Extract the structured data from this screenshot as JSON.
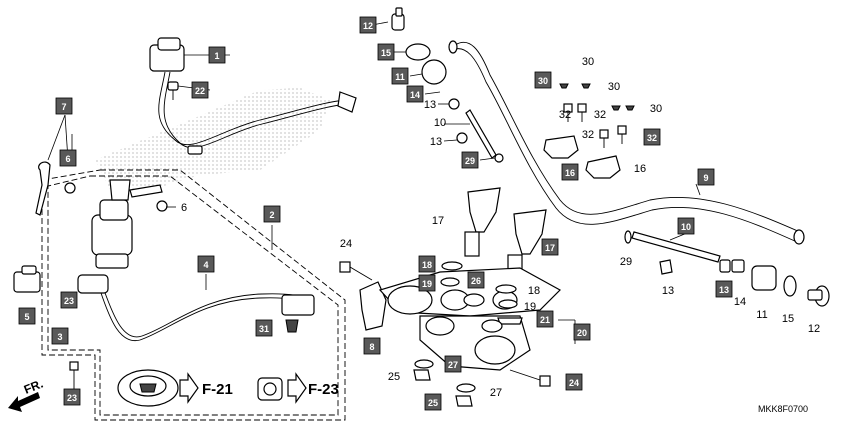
{
  "diagram_code": "MKK8F0700",
  "direction_label": "FR.",
  "references": [
    "F-21",
    "F-23"
  ],
  "callouts": [
    {
      "num": "1",
      "boxed": true
    },
    {
      "num": "22",
      "boxed": true
    },
    {
      "num": "7",
      "boxed": true
    },
    {
      "num": "6",
      "boxed": true
    },
    {
      "num": "6",
      "boxed": false
    },
    {
      "num": "2",
      "boxed": true
    },
    {
      "num": "4",
      "boxed": true
    },
    {
      "num": "5",
      "boxed": true
    },
    {
      "num": "23",
      "boxed": true
    },
    {
      "num": "3",
      "boxed": true
    },
    {
      "num": "31",
      "boxed": true
    },
    {
      "num": "23",
      "boxed": true
    },
    {
      "num": "12",
      "boxed": true
    },
    {
      "num": "15",
      "boxed": true
    },
    {
      "num": "11",
      "boxed": true
    },
    {
      "num": "14",
      "boxed": true
    },
    {
      "num": "13",
      "boxed": false
    },
    {
      "num": "10",
      "boxed": false
    },
    {
      "num": "13",
      "boxed": false
    },
    {
      "num": "29",
      "boxed": true
    },
    {
      "num": "30",
      "boxed": false
    },
    {
      "num": "30",
      "boxed": true
    },
    {
      "num": "30",
      "boxed": false
    },
    {
      "num": "32",
      "boxed": false
    },
    {
      "num": "32",
      "boxed": false
    },
    {
      "num": "30",
      "boxed": false
    },
    {
      "num": "32",
      "boxed": false
    },
    {
      "num": "32",
      "boxed": true
    },
    {
      "num": "16",
      "boxed": true
    },
    {
      "num": "16",
      "boxed": false
    },
    {
      "num": "9",
      "boxed": true
    },
    {
      "num": "17",
      "boxed": false
    },
    {
      "num": "17",
      "boxed": true
    },
    {
      "num": "24",
      "boxed": false
    },
    {
      "num": "18",
      "boxed": true
    },
    {
      "num": "19",
      "boxed": true
    },
    {
      "num": "26",
      "boxed": true
    },
    {
      "num": "18",
      "boxed": false
    },
    {
      "num": "19",
      "boxed": false
    },
    {
      "num": "21",
      "boxed": true
    },
    {
      "num": "20",
      "boxed": true
    },
    {
      "num": "8",
      "boxed": true
    },
    {
      "num": "25",
      "boxed": false
    },
    {
      "num": "27",
      "boxed": true
    },
    {
      "num": "27",
      "boxed": false
    },
    {
      "num": "25",
      "boxed": true
    },
    {
      "num": "24",
      "boxed": true
    },
    {
      "num": "10",
      "boxed": true
    },
    {
      "num": "29",
      "boxed": false
    },
    {
      "num": "13",
      "boxed": false
    },
    {
      "num": "13",
      "boxed": true
    },
    {
      "num": "14",
      "boxed": false
    },
    {
      "num": "11",
      "boxed": false
    },
    {
      "num": "15",
      "boxed": false
    },
    {
      "num": "12",
      "boxed": false
    }
  ]
}
